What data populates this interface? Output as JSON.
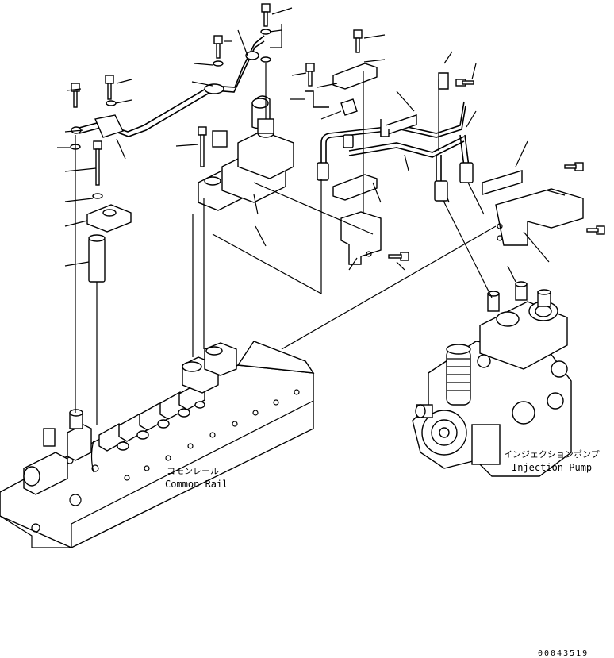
{
  "labels": {
    "common_rail_jp": "コモンレール",
    "common_rail_en": "Common Rail",
    "injection_pump_jp": "インジェクションポンプ",
    "injection_pump_en": "Injection Pump"
  },
  "document_id": "00043519",
  "colors": {
    "ink": "#000000",
    "paper": "#ffffff"
  }
}
